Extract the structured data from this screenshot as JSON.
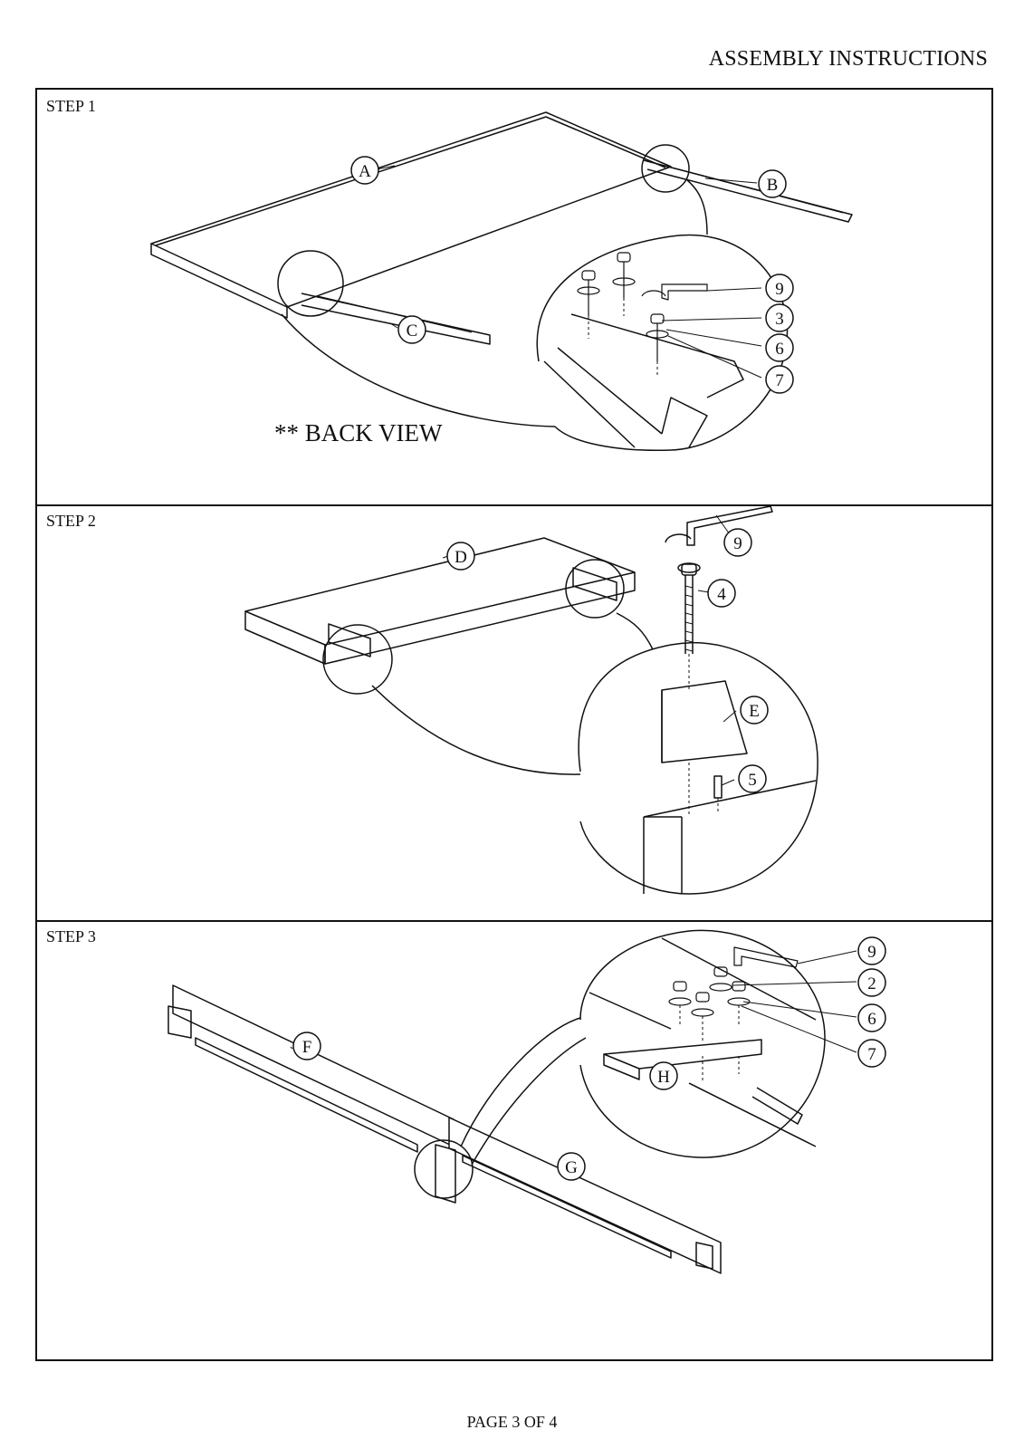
{
  "header": {
    "title": "ASSEMBLY INSTRUCTIONS"
  },
  "steps": [
    {
      "label": "STEP 1",
      "note": "** BACK VIEW",
      "part_labels": [
        "A",
        "B",
        "C"
      ],
      "hardware_labels": [
        "9",
        "3",
        "6",
        "7"
      ]
    },
    {
      "label": "STEP 2",
      "part_labels": [
        "D",
        "E"
      ],
      "hardware_labels": [
        "9",
        "4",
        "5"
      ]
    },
    {
      "label": "STEP 3",
      "part_labels": [
        "F",
        "G",
        "H"
      ],
      "hardware_labels": [
        "9",
        "2",
        "6",
        "7"
      ]
    }
  ],
  "footer": {
    "page": "PAGE 3 OF 4"
  }
}
